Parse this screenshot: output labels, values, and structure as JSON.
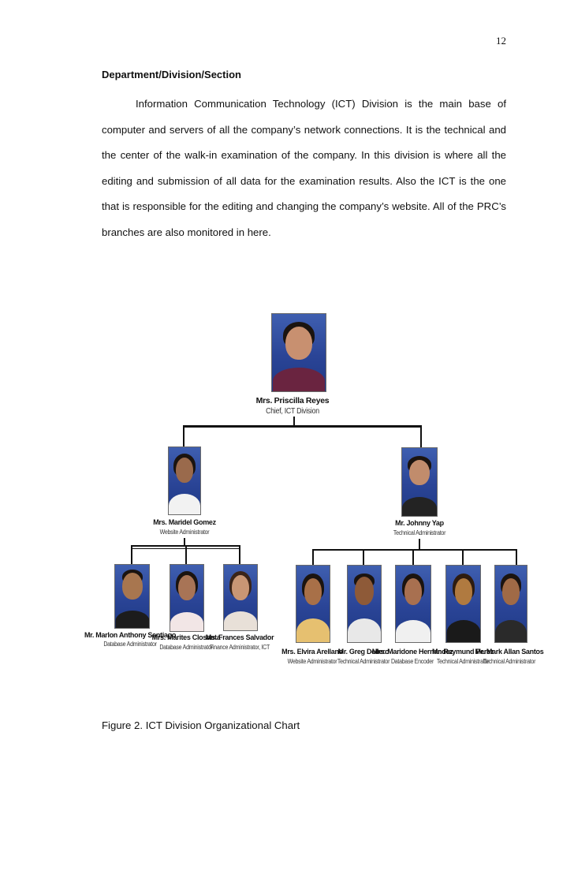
{
  "page_number": "12",
  "section_heading": "Department/Division/Section",
  "body_paragraph": "Information Communication Technology (ICT) Division is the main base of computer and servers of all the company’s network connections. It is the technical and the center of the walk-in examination of the company. In this division is where all the editing and submission of all data for the examination results. Also the ICT is the one that is responsible for the editing and changing the company’s website. All of the PRC’s branches are also monitored in here.",
  "org_chart": {
    "chief": {
      "name": "Mrs. Priscilla Reyes",
      "title": "Chief, ICT Division"
    },
    "managers": [
      {
        "name": "Mrs. Maridel Gomez",
        "title": "Website Administrator"
      },
      {
        "name": "Mr. Johnny Yap",
        "title": "Technical Administrator"
      }
    ],
    "left_team": [
      {
        "name": "Mr. Marlon Anthony Santiago",
        "title": "Database Administrator"
      },
      {
        "name": "Mrs. Marites Closanta",
        "title": "Database Administrator"
      },
      {
        "name": "Ms. Frances Salvador",
        "title": "Finance Administrator, ICT"
      }
    ],
    "right_team": [
      {
        "name": "Mrs. Elvira Arellano",
        "title": "Website Administrator"
      },
      {
        "name": "Mr. Greg Dellero",
        "title": "Technical Administrator"
      },
      {
        "name": "Mrs. Maridone Hernandez",
        "title": "Database Encoder"
      },
      {
        "name": "Mr. Raymund Perez",
        "title": "Technical Administrator"
      },
      {
        "name": "Mr. Mark Allan Santos",
        "title": "Technical Administrator"
      }
    ]
  },
  "figure_caption": "Figure 2. ICT Division Organizational Chart",
  "colors": {
    "photo_background": "#2a4496",
    "connector_lines": "#111111"
  }
}
